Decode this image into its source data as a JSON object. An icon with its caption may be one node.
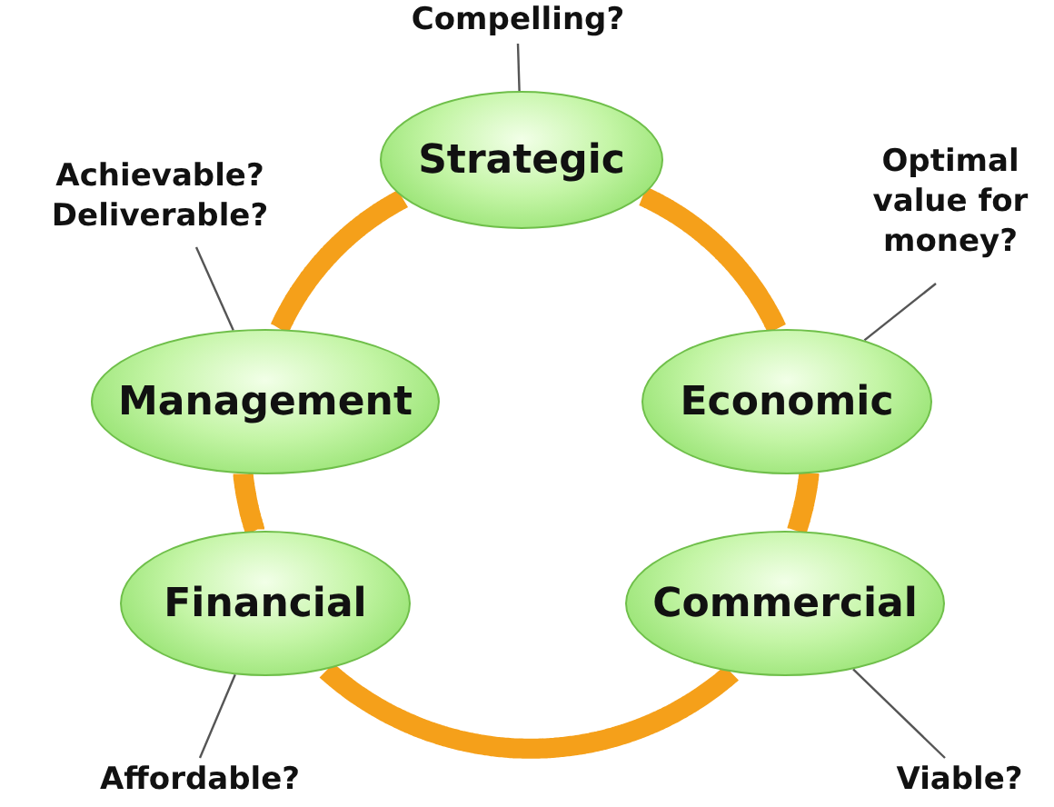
{
  "diagram": {
    "nodes": [
      {
        "text": [
          "Compelling?"
        ]
      },
      {
        "text": [
          "Strategic"
        ]
      },
      {
        "text": [
          "Achievable? Deliverable?"
        ]
      },
      {
        "text": [
          "Optimal value for money?"
        ]
      },
      {
        "text": [
          "Management"
        ]
      },
      {
        "text": [
          "Economic"
        ]
      },
      {
        "text": [
          "Financial"
        ]
      },
      {
        "text": [
          "Commercial"
        ]
      },
      {
        "text": [
          "Affordable?"
        ]
      },
      {
        "text": [
          "Viable?"
        ]
      }
    ],
    "edges": [
      {
        "from": 1,
        "to": 5,
        "arrow": "none",
        "style": "thick",
        "color": "#f5a01a"
      },
      {
        "from": 5,
        "to": 7,
        "arrow": "none",
        "style": "thick",
        "color": "#f5a01a"
      },
      {
        "from": 7,
        "to": 6,
        "arrow": "none",
        "style": "thick",
        "color": "#f5a01a"
      },
      {
        "from": 6,
        "to": 4,
        "arrow": "none",
        "style": "thick",
        "color": "#f5a01a"
      },
      {
        "from": 4,
        "to": 1,
        "arrow": "none",
        "style": "thick",
        "color": "#f5a01a"
      },
      {
        "from": 0,
        "to": 1,
        "arrow": "none",
        "color": "#555555"
      },
      {
        "from": 2,
        "to": 4,
        "arrow": "none",
        "color": "#555555"
      },
      {
        "from": 3,
        "to": 5,
        "arrow": "none",
        "color": "#555555"
      },
      {
        "from": 8,
        "to": 6,
        "arrow": "none",
        "color": "#555555"
      },
      {
        "from": 9,
        "to": 7,
        "arrow": "none",
        "color": "#555555"
      }
    ]
  }
}
